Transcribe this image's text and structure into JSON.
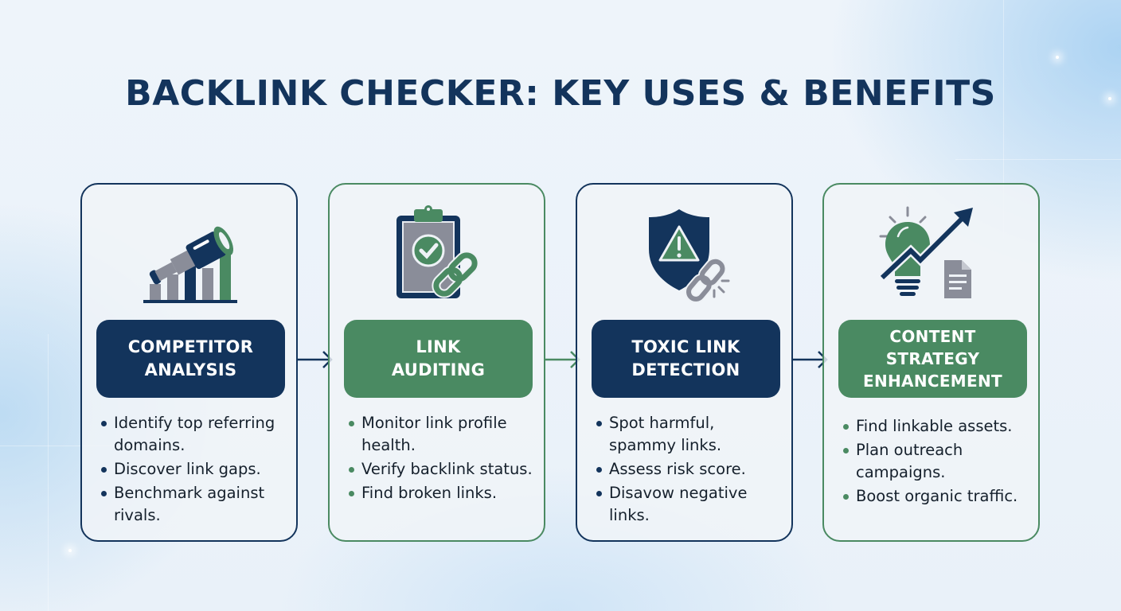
{
  "title": "BACKLINK CHECKER: KEY USES & BENEFITS",
  "colors": {
    "navy": "#13345c",
    "green": "#4a8a62",
    "gray": "#8a8d99",
    "background": "#eaf2fa",
    "text": "#15202c"
  },
  "cards": [
    {
      "theme": "navy",
      "icon": "telescope-bar-chart-icon",
      "label_lines": [
        "COMPETITOR",
        "ANALYSIS"
      ],
      "bullets": [
        "Identify top referring domains.",
        "Discover link gaps.",
        "Benchmark against rivals."
      ]
    },
    {
      "theme": "green",
      "icon": "clipboard-check-link-icon",
      "label_lines": [
        "LINK",
        "AUDITING"
      ],
      "bullets": [
        "Monitor link profile health.",
        "Verify backlink status.",
        "Find broken links."
      ]
    },
    {
      "theme": "navy",
      "icon": "shield-warning-broken-link-icon",
      "label_lines": [
        "TOXIC LINK",
        "DETECTION"
      ],
      "bullets": [
        "Spot harmful, spammy links.",
        "Assess risk score.",
        "Disavow negative links."
      ]
    },
    {
      "theme": "green",
      "icon": "lightbulb-growth-document-icon",
      "label_lines": [
        "CONTENT",
        "STRATEGY",
        "ENHANCEMENT"
      ],
      "bullets": [
        "Find linkable assets.",
        "Plan outreach campaigns.",
        "Boost organic traffic."
      ]
    }
  ],
  "connectors": [
    {
      "icon": "arrow-right-icon",
      "color": "#13345c"
    },
    {
      "icon": "arrow-right-icon",
      "color": "#4a8a62"
    },
    {
      "icon": "arrow-right-icon",
      "color": "#13345c"
    }
  ]
}
